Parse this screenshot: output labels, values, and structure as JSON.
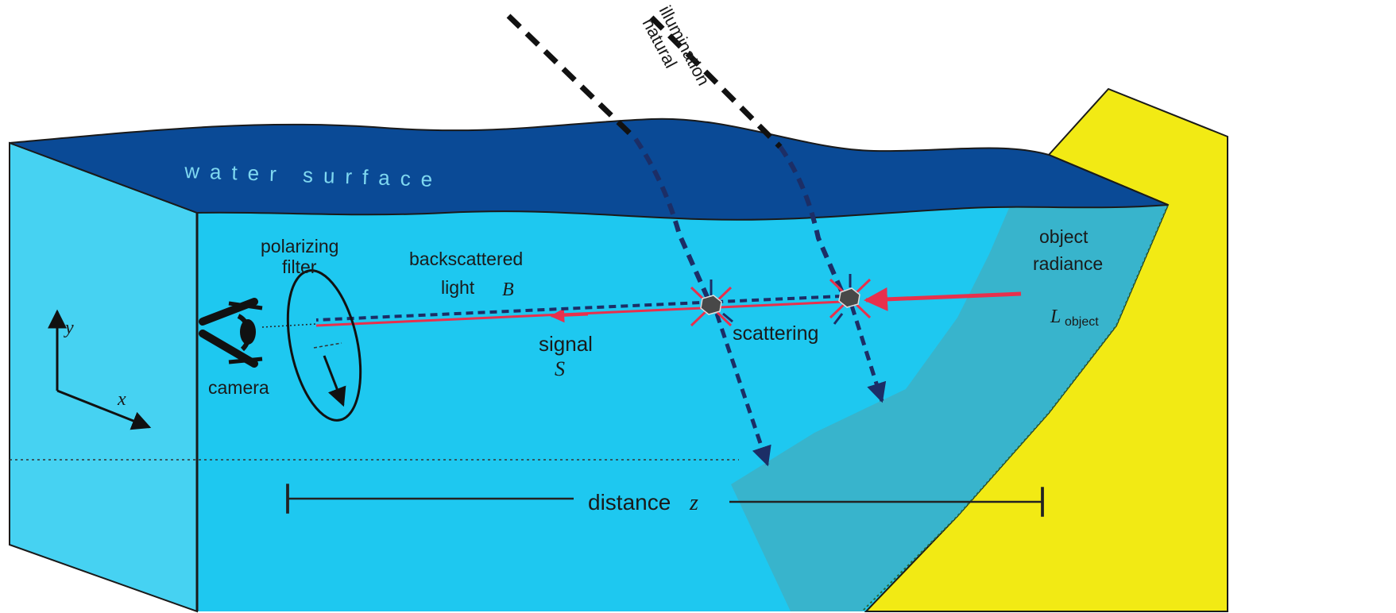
{
  "labels": {
    "water_surface": "water surface",
    "natural_1": "natural",
    "natural_2": "illumination",
    "polarizing_1": "polarizing",
    "polarizing_2": "filter",
    "backscattered_1": "backscattered",
    "backscattered_2": "light",
    "backscatter_symbol": "B",
    "signal": "signal",
    "signal_symbol": "S",
    "scattering": "scattering",
    "object_1": "object",
    "object_2": "radiance",
    "object_symbol": "L",
    "object_subscript": "object",
    "camera": "camera",
    "distance": "distance",
    "distance_symbol": "z",
    "axis_y": "y",
    "axis_x": "x"
  },
  "colors": {
    "water_front": "#1ec8f0",
    "water_side": "#46d2f2",
    "surface": "#0a4a96",
    "sand": "#f2ea14",
    "object_zone": "#38b4cc",
    "signal_line": "#e8304c",
    "ray_dark": "#1c2e66",
    "particle": "#484848",
    "outline": "#1a1a1a"
  }
}
